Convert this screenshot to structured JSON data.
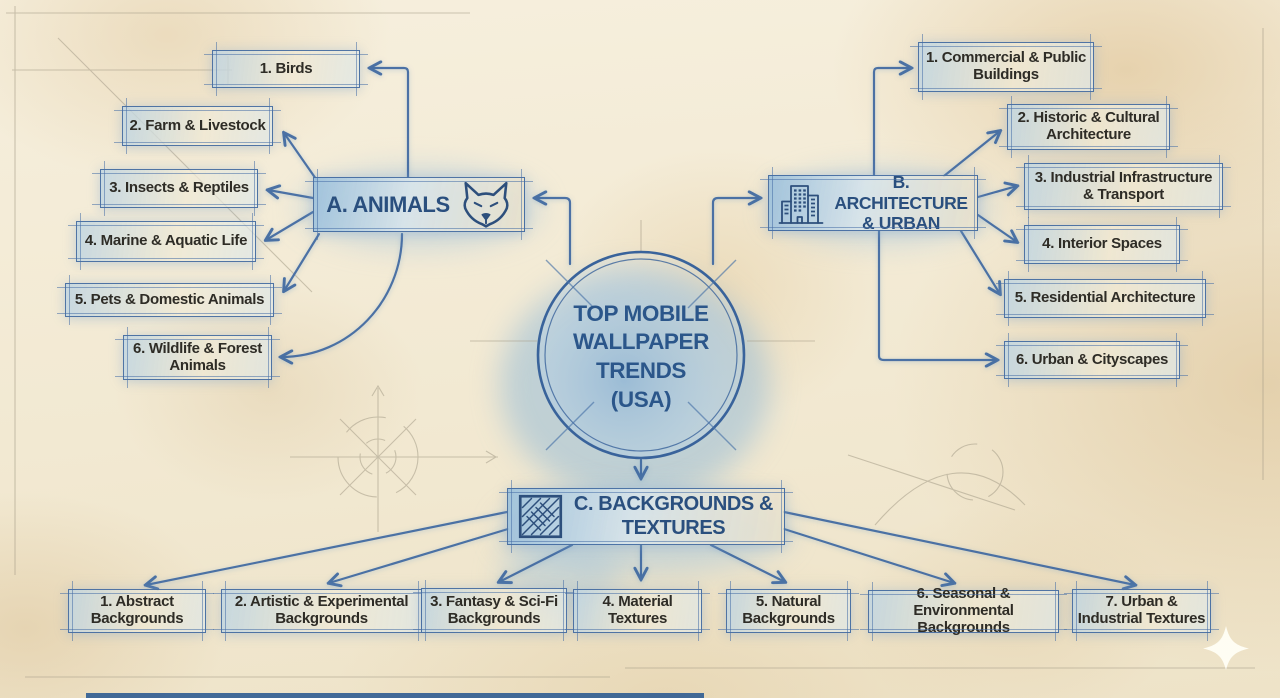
{
  "diagram_title": "TOP MOBILE WALLPAPER TRENDS (USA)",
  "center": {
    "lines": [
      "TOP MOBILE",
      "WALLPAPER",
      "TRENDS",
      "(USA)"
    ]
  },
  "branches": {
    "animals": {
      "label": "A. ANIMALS",
      "icon": "fox-icon",
      "children": [
        "1. Birds",
        "2. Farm & Livestock",
        "3. Insects & Reptiles",
        "4. Marine & Aquatic Life",
        "5. Pets & Domestic Animals",
        "6. Wildlife & Forest Animals"
      ]
    },
    "architecture": {
      "label": "B. ARCHITECTURE & URBAN",
      "icon": "buildings-icon",
      "children": [
        "1. Commercial & Public Buildings",
        "2. Historic & Cultural Architecture",
        "3. Industrial Infrastructure & Transport",
        "4. Interior Spaces",
        "5. Residential Architecture",
        "6. Urban & Cityscapes"
      ]
    },
    "backgrounds": {
      "label": "C. BACKGROUNDS & TEXTURES",
      "icon": "hatch-square-icon",
      "children": [
        "1. Abstract Backgrounds",
        "2. Artistic & Experimental Backgrounds",
        "3. Fantasy & Sci-Fi Backgrounds",
        "4. Material Textures",
        "5. Natural Backgrounds",
        "6. Seasonal & Environmental Backgrounds",
        "7. Urban & Industrial Textures"
      ]
    }
  },
  "colors": {
    "ink_blue": "#3d68a0",
    "heading_navy": "#2a4f7e",
    "child_text": "#2e2c26",
    "paper": "#f3ebd7",
    "pencil": "#a59d88"
  }
}
